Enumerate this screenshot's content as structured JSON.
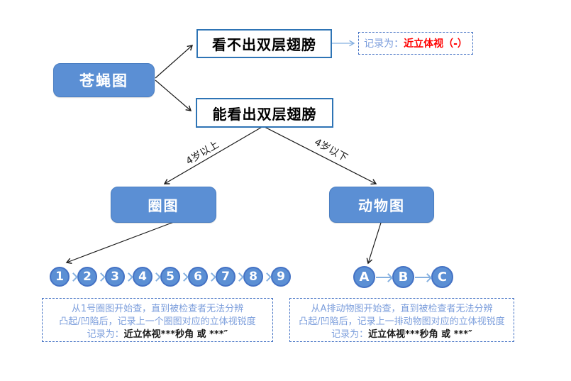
{
  "diagram": {
    "nodes": {
      "fly": "苍蝇图",
      "cannot_see": "看不出双层翅膀",
      "can_see": "能看出双层翅膀",
      "circle_chart": "圈图",
      "animal_chart": "动物图"
    },
    "record_negative": {
      "prefix": "记录为：",
      "value": "近立体视（-）"
    },
    "edge_labels": {
      "over4": "4岁以上",
      "under4": "4岁以下"
    },
    "circle_sequence": [
      "1",
      "2",
      "3",
      "4",
      "5",
      "6",
      "7",
      "8",
      "9"
    ],
    "letter_sequence": [
      "A",
      "B",
      "C"
    ],
    "note_left": {
      "line1": "从1号圈图开始查，直到被检查者无法分辨",
      "line2": "凸起/凹陷后，记录上一个圈图对应的立体视锐度",
      "line3_prefix": "记录为：",
      "line3_value": "近立体视***秒角 或 ***″"
    },
    "note_right": {
      "line1": "从A排动物图开始查，直到被检查者无法分辨",
      "line2": "凸起/凹陷后，记录上一排动物图对应的立体视锐度",
      "line3_prefix": "记录为：",
      "line3_value": "近立体视***秒角 或 ***″"
    },
    "colors": {
      "node_blue": "#5B8FD4",
      "node_border": "#4A7EC2",
      "white_box_border": "#2E74B5",
      "dashed_border": "#4472C4",
      "light_blue_text": "#7C9EDC",
      "connector_blue": "#85B0E0",
      "red_text": "#FF0000",
      "arrow_black": "#1a1a1a"
    }
  }
}
